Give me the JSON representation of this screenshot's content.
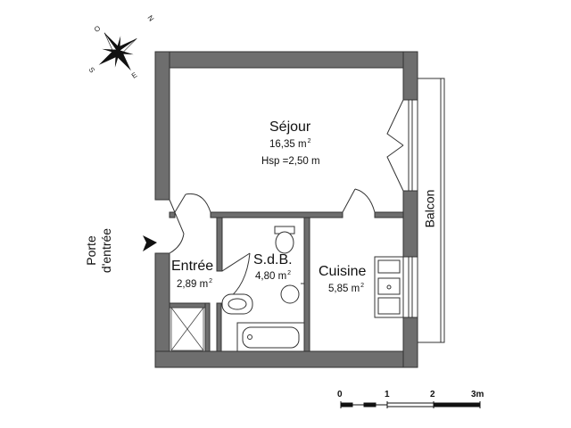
{
  "compass": {
    "letters": {
      "n": "N",
      "s": "S",
      "e": "E",
      "w": "O"
    }
  },
  "rooms": {
    "sejour": {
      "name": "Séjour",
      "area": "16,35 m",
      "area_sup": "2",
      "height": "Hsp =2,50 m"
    },
    "entree": {
      "name": "Entrée",
      "area": "2,89 m",
      "area_sup": "2"
    },
    "sdb": {
      "name": "S.d.B.",
      "area": "4,80 m",
      "area_sup": "2"
    },
    "cuisine": {
      "name": "Cuisine",
      "area": "5,85 m",
      "area_sup": "2"
    }
  },
  "labels": {
    "balcon": "Balcon",
    "porte_line1": "Porte",
    "porte_line2": "d'entrée"
  },
  "scale": {
    "ticks": [
      "0",
      "1",
      "2",
      "3m"
    ]
  },
  "colors": {
    "wall": "#6e6e6e",
    "wall_dark": "#222222",
    "line": "#333333"
  }
}
